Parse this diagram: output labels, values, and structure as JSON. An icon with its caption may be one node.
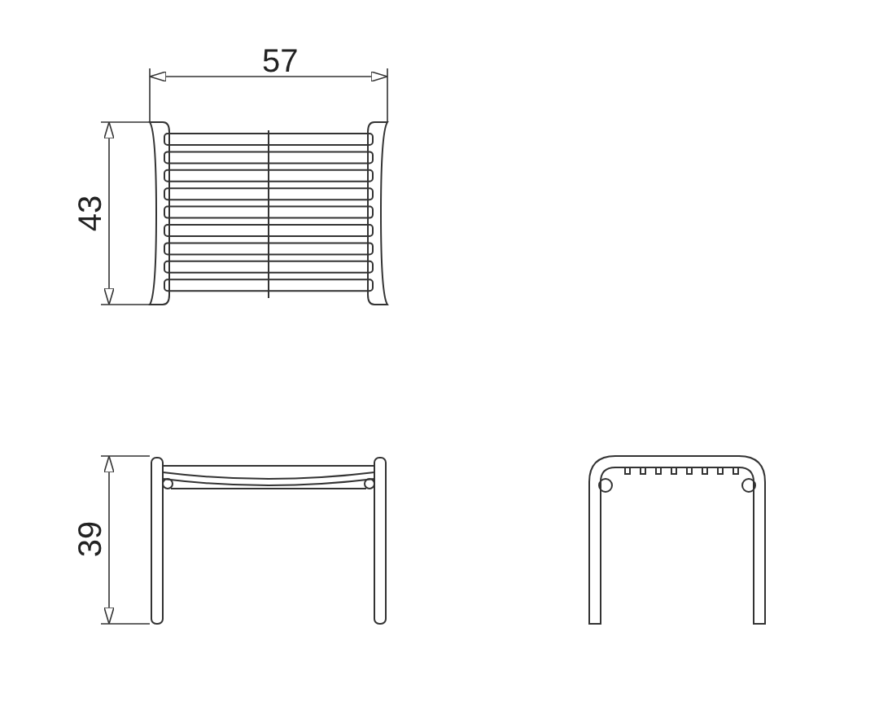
{
  "diagram": {
    "labels": [
      "57",
      "43",
      "39"
    ]
  }
}
